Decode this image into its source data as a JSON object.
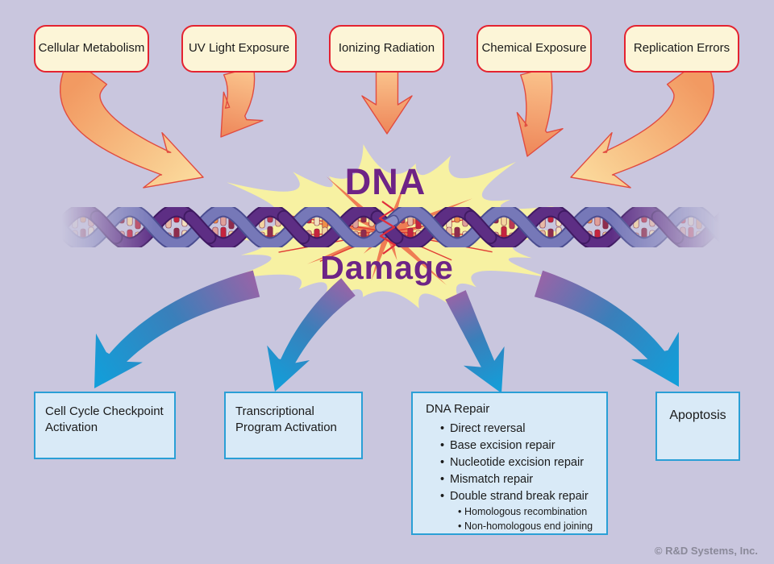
{
  "diagram_title": {
    "word1": "DNA",
    "word2": "Damage"
  },
  "causes": [
    "Cellular Metabolism",
    "UV Light Exposure",
    "Ionizing Radiation",
    "Chemical Exposure",
    "Replication Errors"
  ],
  "responses": {
    "cell_cycle": "Cell Cycle Checkpoint Activation",
    "transcription": "Transcriptional Program Activation",
    "dna_repair": {
      "title": "DNA Repair",
      "items": [
        "Direct reversal",
        "Base excision repair",
        "Nucleotide excision repair",
        "Mismatch repair",
        "Double strand break repair"
      ],
      "subitems": [
        "Homologous recombination",
        "Non-homologous end joining"
      ]
    },
    "apoptosis": "Apoptosis"
  },
  "credit": "© R&D Systems, Inc.",
  "colors": {
    "background": "#c9c6de",
    "text": "#1a1a1a",
    "title": "#6e2486",
    "credit": "#8a8999",
    "cause_box_fill": "#fcf5d7",
    "cause_box_border": "#e42330",
    "response_box_fill": "#d9eaf7",
    "response_box_border": "#2a9fd6",
    "starburst": "#f7f1a2",
    "damage_burst": "#ee7650",
    "damage_ray": "#e13c34",
    "orange_arrow_light": "#fac28b",
    "orange_arrow_dark": "#ee8659",
    "orange_arrow_salmon": "#f29a62",
    "orange_arrow_pale": "#fbdc9e",
    "orange_arrow_outline": "#e14b40",
    "blue_arrow_purple": "#9465a8",
    "blue_arrow_mid": "#3a7fba",
    "blue_arrow_blue": "#10a0db",
    "helix_strand_light": "#7678b8",
    "helix_strand_light_edge": "#4b4d90",
    "helix_strand_dark": "#5d2e84",
    "helix_strand_dark_edge": "#401a63",
    "base_pair_palette": [
      "#c5243f",
      "#f2e0bf",
      "#ee8f49",
      "#dfa09a",
      "#8e2d4e",
      "#f3d5a0",
      "#b93b55",
      "#e7b9a6"
    ]
  }
}
